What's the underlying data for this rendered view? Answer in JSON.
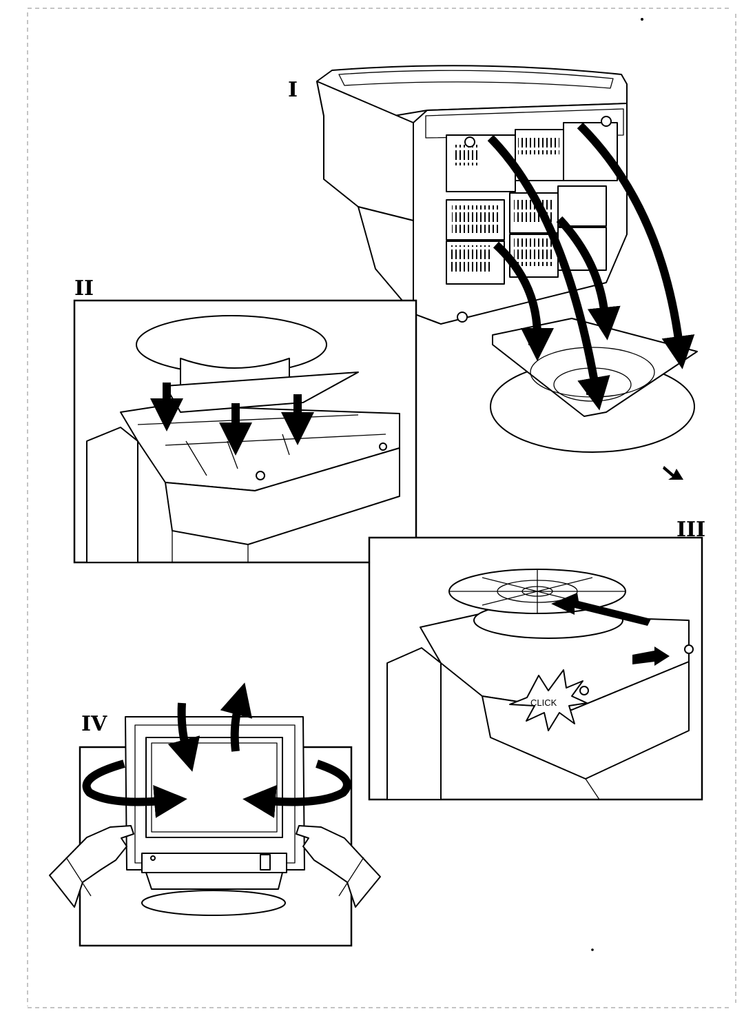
{
  "steps": [
    {
      "id": "I",
      "label": "I"
    },
    {
      "id": "II",
      "label": "II"
    },
    {
      "id": "III",
      "label": "III"
    },
    {
      "id": "IV",
      "label": "IV"
    }
  ],
  "step3": {
    "click_text": "CLICK"
  },
  "colors": {
    "ink": "#000000",
    "paper": "#ffffff",
    "scan_edge": "#888888"
  }
}
